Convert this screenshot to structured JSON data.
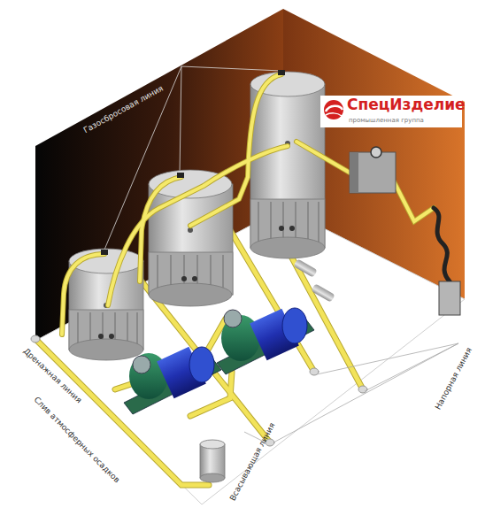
{
  "diagram": {
    "labels": [
      "Газосбросовая линия",
      "СпецИзделие",
      "промышленная группа",
      "Дренажная линия",
      "Слив атмосферных осадков",
      "Всасывающая линия",
      "Напорная линия"
    ]
  }
}
